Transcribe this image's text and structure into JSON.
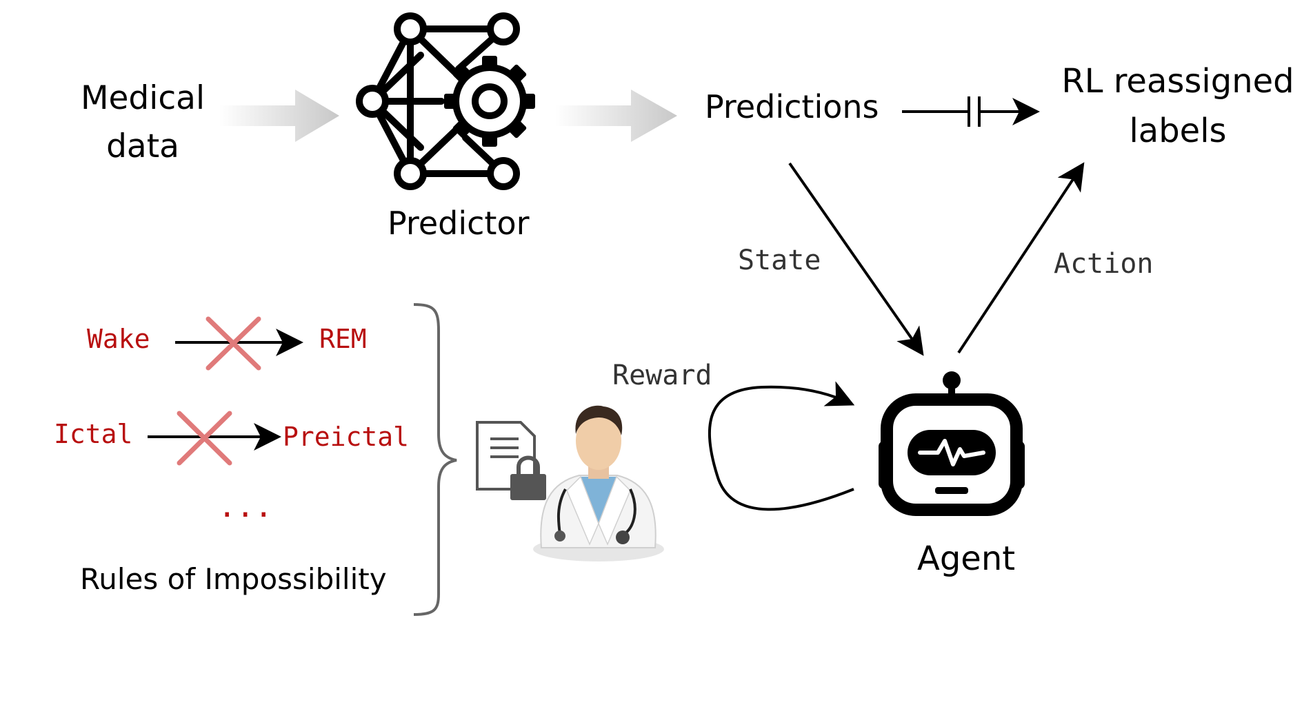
{
  "input": {
    "line1": "Medical",
    "line2": "data"
  },
  "predictor": {
    "label": "Predictor"
  },
  "predictions": {
    "label": "Predictions"
  },
  "output": {
    "line1": "RL reassigned",
    "line2": "labels"
  },
  "edges": {
    "state": "State",
    "action": "Action",
    "reward": "Reward"
  },
  "agent": {
    "label": "Agent"
  },
  "rules": {
    "rule1": {
      "from": "Wake",
      "to": "REM"
    },
    "rule2": {
      "from": "Ictal",
      "to": "Preictal"
    },
    "ellipsis": "...",
    "caption": "Rules of Impossibility"
  },
  "colors": {
    "rule_text": "#b80f0f",
    "cross": "#e07a7a",
    "gray_arrow": "#cfcfcf"
  }
}
